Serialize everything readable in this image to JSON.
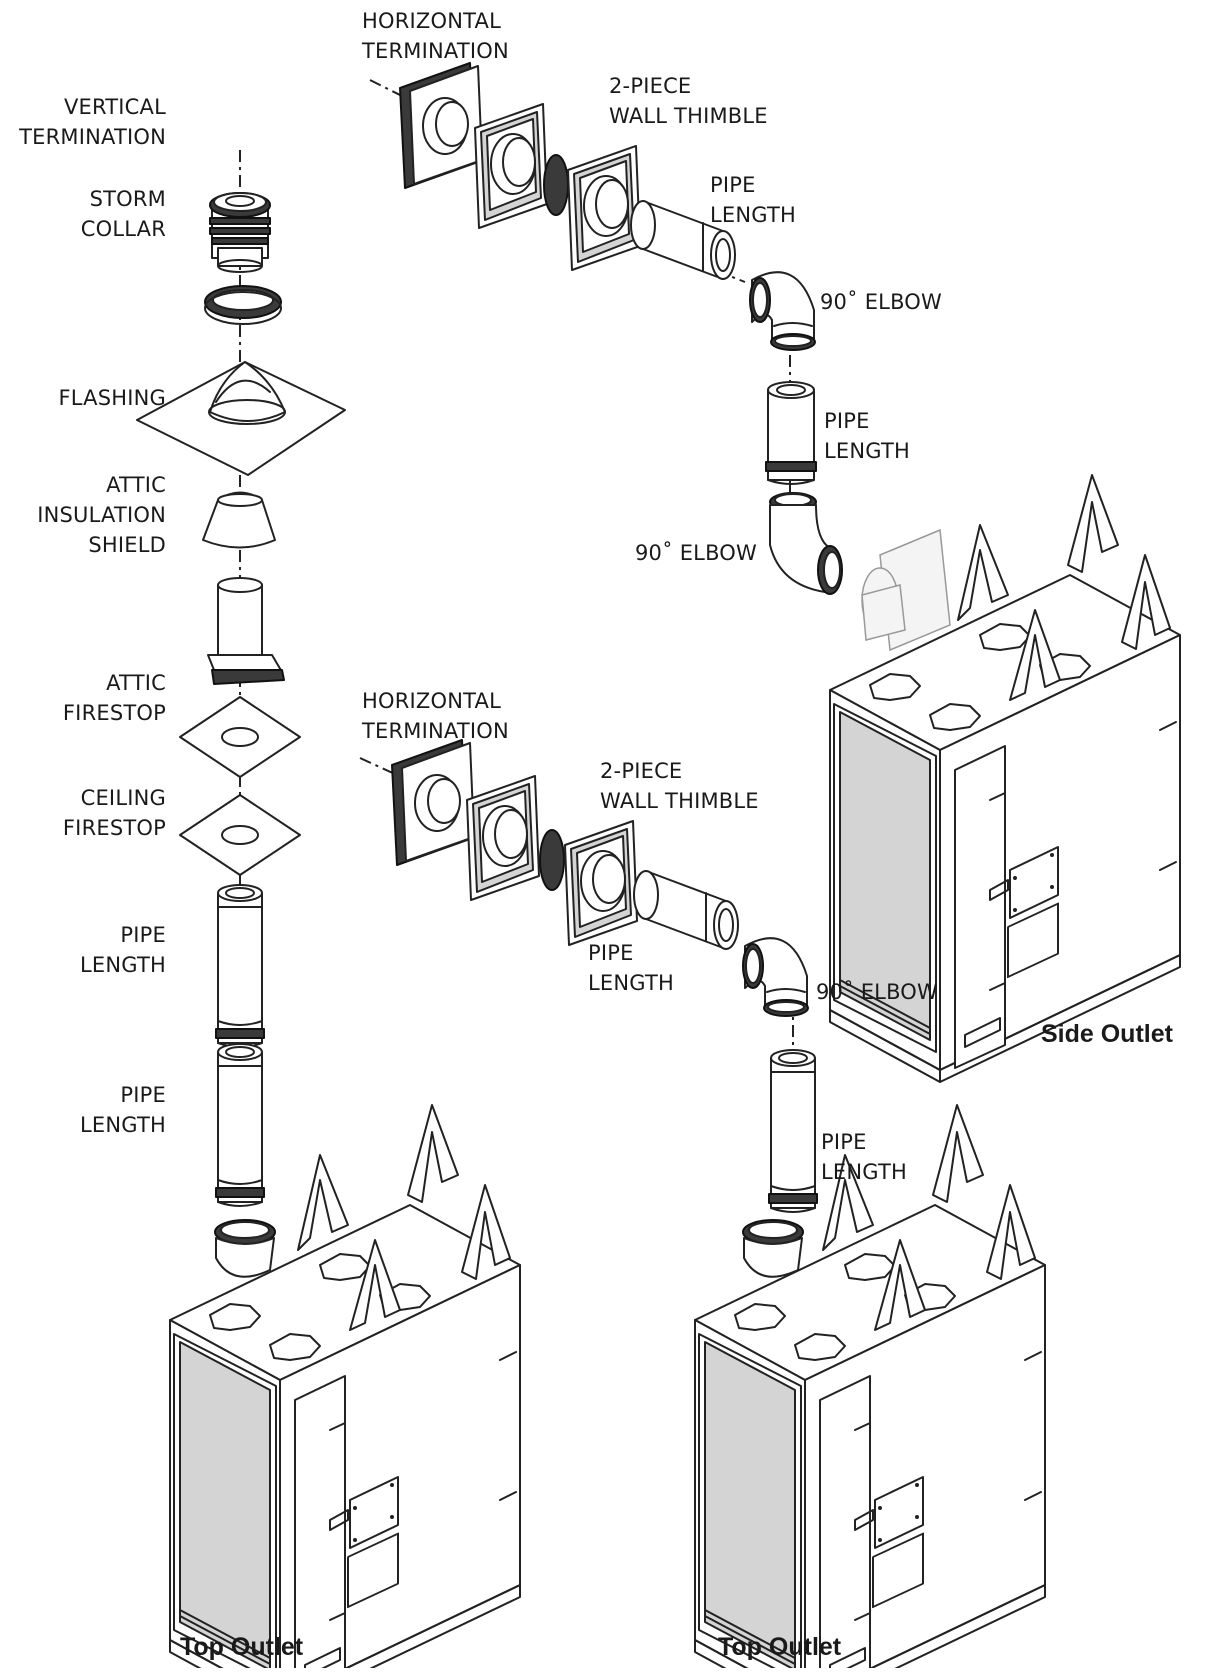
{
  "labels": {
    "vertical_termination": "VERTICAL\nTERMINATION",
    "storm_collar": "STORM\nCOLLAR",
    "flashing": "FLASHING",
    "attic_insulation_shield": "ATTIC\nINSULATION\nSHIELD",
    "attic_firestop": "ATTIC\nFIRESTOP",
    "ceiling_firestop": "CEILING\nFIRESTOP",
    "left_pipe_length_1": "PIPE\nLENGTH",
    "left_pipe_length_2": "PIPE\nLENGTH",
    "top_horizontal_termination": "HORIZONTAL\nTERMINATION",
    "top_wall_thimble": "2-PIECE\nWALL THIMBLE",
    "top_pipe_length_1": "PIPE\nLENGTH",
    "top_elbow_1": "90˚ ELBOW",
    "top_pipe_length_2": "PIPE\nLENGTH",
    "top_elbow_2": "90˚ ELBOW",
    "mid_horizontal_termination": "HORIZONTAL\nTERMINATION",
    "mid_wall_thimble": "2-PIECE\nWALL THIMBLE",
    "mid_pipe_length_1": "PIPE\nLENGTH",
    "mid_elbow": "90˚ ELBOW",
    "mid_pipe_length_2": "PIPE\nLENGTH"
  },
  "captions": {
    "side_outlet": "Side Outlet",
    "top_outlet_left": "Top Outlet",
    "top_outlet_right": "Top Outlet"
  }
}
